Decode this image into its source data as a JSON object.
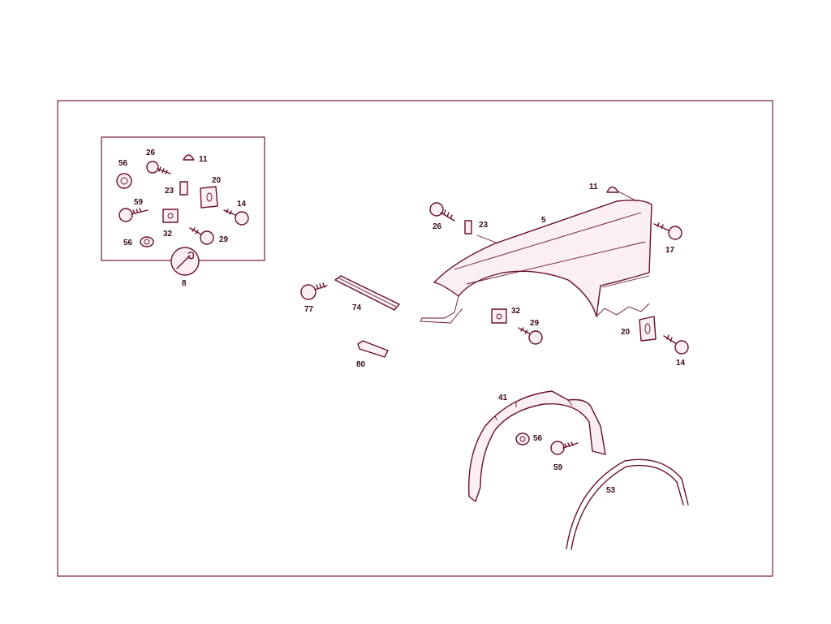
{
  "accent_color": "#7a1a3a",
  "labels": {
    "l5": "5",
    "l11a": "11",
    "l11b": "11",
    "l14a": "14",
    "l14b": "14",
    "l17": "17",
    "l20a": "20",
    "l20b": "20",
    "l23a": "23",
    "l23b": "23",
    "l26a": "26",
    "l26b": "26",
    "l29a": "29",
    "l29b": "29",
    "l32a": "32",
    "l32b": "32",
    "l41": "41",
    "l53": "53",
    "l56a": "56",
    "l56b": "56",
    "l56c": "56",
    "l59a": "59",
    "l59b": "59",
    "l74": "74",
    "l77": "77",
    "l80": "80",
    "l8": "8"
  },
  "icons": {
    "tool": "wrench-icon"
  }
}
